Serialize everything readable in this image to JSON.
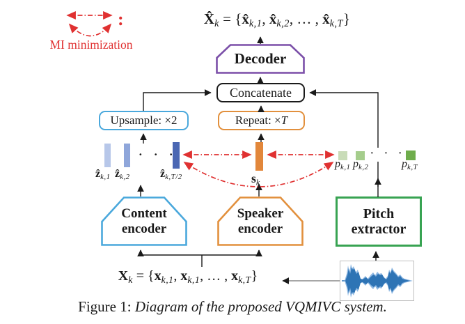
{
  "colors": {
    "red": "#e03131",
    "purple": "#7b4fa8",
    "blue_border": "#4aa8dc",
    "orange_border": "#e2903d",
    "green_border": "#38a352",
    "bar_blue_1": "#b7c7e9",
    "bar_blue_2": "#8fa6da",
    "bar_blue_3": "#4b67b3",
    "bar_orange": "#e2873b",
    "pitch_green_1": "#c9dcb8",
    "pitch_green_2": "#a5cd8c",
    "pitch_green_3": "#6fad4c",
    "black": "#1a1a1a"
  },
  "legend": {
    "colon": ":",
    "label": "MI minimization"
  },
  "boxes": {
    "decoder": "Decoder",
    "concatenate": "Concatenate",
    "upsample": "Upsample: ×2",
    "content_encoder_line1": "Content",
    "content_encoder_line2": "encoder",
    "speaker_encoder_line1": "Speaker",
    "speaker_encoder_line2": "encoder",
    "pitch_extractor_line1": "Pitch",
    "pitch_extractor_line2": "extractor"
  },
  "dots": "· · ·",
  "formulas": {
    "output": [
      {
        "b": "X̂"
      },
      {
        "s": "k"
      },
      {
        "t": " = {"
      },
      {
        "b": "x̂"
      },
      {
        "s": "k,1"
      },
      {
        "t": ", "
      },
      {
        "b": "x̂"
      },
      {
        "s": "k,2"
      },
      {
        "t": ", … , "
      },
      {
        "b": "x̂"
      },
      {
        "s": "k,T"
      },
      {
        "t": "}"
      }
    ],
    "input": [
      {
        "b": "X"
      },
      {
        "s": "k"
      },
      {
        "t": " = {"
      },
      {
        "b": "x"
      },
      {
        "s": "k,1"
      },
      {
        "t": ", "
      },
      {
        "b": "x"
      },
      {
        "s": "k,1"
      },
      {
        "t": ", … , "
      },
      {
        "b": "x"
      },
      {
        "s": "k,T"
      },
      {
        "t": "}"
      }
    ],
    "repeat": [
      {
        "t": "Repeat: ×"
      },
      {
        "i": "T"
      }
    ],
    "z1": [
      {
        "b": "ẑ"
      },
      {
        "s": "k,1"
      }
    ],
    "z2": [
      {
        "b": "ẑ"
      },
      {
        "s": "k,2"
      }
    ],
    "zT2": [
      {
        "b": "ẑ"
      },
      {
        "s": "k,T/2"
      }
    ],
    "sk": [
      {
        "b": "s"
      },
      {
        "s": "k"
      }
    ],
    "p1": [
      {
        "i": "p"
      },
      {
        "s": "k,1"
      }
    ],
    "p2": [
      {
        "i": "p"
      },
      {
        "s": "k,2"
      }
    ],
    "pT": [
      {
        "i": "p"
      },
      {
        "s": "k,T"
      }
    ]
  },
  "caption": {
    "prefix": "Figure 1: ",
    "text": "Diagram of the proposed VQMIVC system."
  }
}
